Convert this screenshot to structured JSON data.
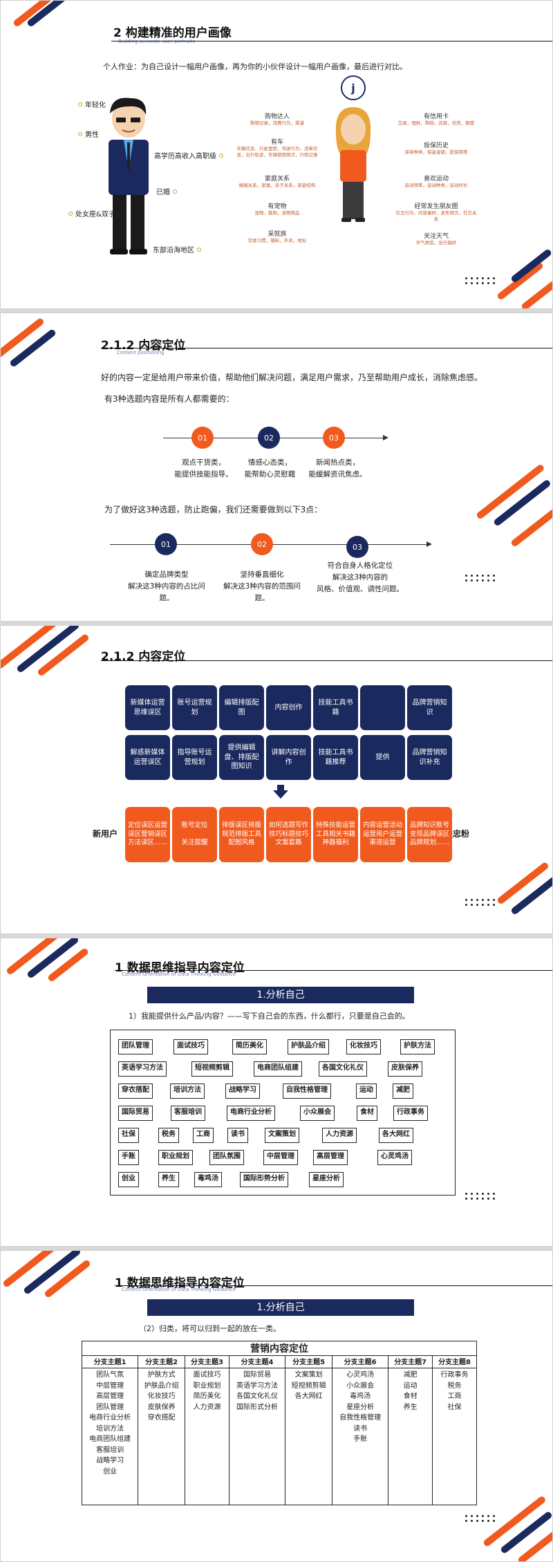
{
  "slide1": {
    "heading": "2 构建精准的用户画像",
    "subhead": "Building accurate user portraits",
    "intro": "个人作业：为自己设计一幅用户画像，再为你的小伙伴设计一幅用户画像，最后进行对比。",
    "left_labels": [
      "年轻化",
      "男性",
      "高学历高收入高职级",
      "已婚",
      "处女座&双子座",
      "东部沿海地区"
    ],
    "left_attrs": [
      {
        "title": "购物达人",
        "desc": "购物记录，消费行为，渠道"
      },
      {
        "title": "有车",
        "desc": "车辆信息，行驶里程，驾驶行为，违章信息，出行轨迹，车辆使用频次，行程记录"
      },
      {
        "title": "家庭关系",
        "desc": "婚姻关系，家属，亲子关系，家庭结构"
      },
      {
        "title": "有宠物",
        "desc": "宠物，猫狗，宠物用品"
      },
      {
        "title": "采就族",
        "desc": "饮食习惯，辅料，外卖，地址"
      }
    ],
    "right_attrs": [
      {
        "title": "有信用卡",
        "desc": "交易，理财，购物，还款，信贷，额度"
      },
      {
        "title": "投保历史",
        "desc": "保单种类，保金金额，投保频率"
      },
      {
        "title": "喜欢运动",
        "desc": "运动频率，运动种类，运动时长"
      },
      {
        "title": "经常发生朋友圈",
        "desc": "社交行为，内容偏好，发布频次，社交关系"
      },
      {
        "title": "关注天气",
        "desc": "天气类型，出行偏好"
      }
    ]
  },
  "slide2": {
    "heading": "2.1.2 内容定位",
    "subhead": "Content positioning",
    "line1": "好的内容一定是给用户带来价值，帮助他们解决问题，满足用户需求，乃至帮助用户成长，消除焦虑感。",
    "line2": "有3种选题内容是所有人都需要的：",
    "row1": [
      {
        "num": "01",
        "caption": "观点干货类，\n能提供技能指导。"
      },
      {
        "num": "02",
        "caption": "情感心态类，\n能帮助心灵慰藉"
      },
      {
        "num": "03",
        "caption": "新闻热点类，\n能缓解资讯焦虑。"
      }
    ],
    "line3": "为了做好这3种选题，防止跑偏，我们还需要做到以下3点：",
    "row2": [
      {
        "num": "01",
        "caption": "确定品牌类型\n解决这3种内容的占比问题。"
      },
      {
        "num": "02",
        "caption": "坚持垂直细化\n解决这3种内容的范围问题。"
      },
      {
        "num": "03",
        "caption": "符合自身人格化定位\n解决这3种内容的\n风格、价值观、调性问题。"
      }
    ]
  },
  "slide3": {
    "heading": "2.1.2 内容定位",
    "row1": [
      "新媒体运营思维误区",
      "账号运营规划",
      "编辑排版配图",
      "内容创作",
      "技能工具书籍",
      "",
      "品牌营销知识"
    ],
    "row2": [
      "解惑新媒体运营误区",
      "指导账号运营规划",
      "提供编辑盘、排版配图知识",
      "讲解内容创作",
      "技能工具书籍推荐",
      "提供",
      "品牌营销知识补充"
    ],
    "row3": [
      "定位误区运营误区营销误区方法误区……",
      "账号定位\n\n关注提醒",
      "排版误区排版规范排版工具配图风格",
      "如何选题写作技巧标题技巧文案套路",
      "特殊技能运营工具相关书籍神器福利",
      "内容运营活动运营用户运营渠道运营",
      "品牌知识账号变现品牌误区品牌规划……"
    ],
    "left_label": "新用户",
    "right_label": "铁忠粉"
  },
  "slide4": {
    "heading": "1 数据思维指导内容定位",
    "subhead": "Content Orientation of Data Thinking Guidance",
    "bar": "1.分析自己",
    "question": "1）我能提供什么产品/内容？——写下自己会的东西，什么都行，只要是自己会的。",
    "rows": [
      [
        "团队管理",
        "面试技巧",
        "简历美化",
        "护肤品介绍",
        "化妆技巧",
        "护肤方法"
      ],
      [
        "英语学习方法",
        "短视频剪辑",
        "电商团队组建",
        "各国文化礼仪",
        "皮肤保养"
      ],
      [
        "穿衣搭配",
        "培训方法",
        "战略学习",
        "自我性格管理",
        "运动",
        "减肥"
      ],
      [
        "国际贸易",
        "客服培训",
        "电商行业分析",
        "小众展会",
        "食材",
        "行政事务"
      ],
      [
        "社保",
        "税务",
        "工商",
        "读书",
        "文案策划",
        "人力资源",
        "各大网红"
      ],
      [
        "手账",
        "职业规划",
        "团队氛围",
        "中层管理",
        "高层管理",
        "心灵鸡汤"
      ],
      [
        "创业",
        "养生",
        "毒鸡汤",
        "国际形势分析",
        "星座分析"
      ]
    ]
  },
  "slide5": {
    "heading": "1 数据思维指导内容定位",
    "subhead": "Content Orientation of Data Thinking Guidance",
    "bar": "1.分析自己",
    "note": "（2）归类，将可以归到一起的放在一类。",
    "table_title": "营销内容定位",
    "headers": [
      "分支主题1",
      "分支主题2",
      "分支主题3",
      "分支主题4",
      "分支主题5",
      "分支主题6",
      "分支主题7",
      "分支主题8"
    ],
    "columns": [
      [
        "团队气氛",
        "中层管理",
        "高层管理",
        "团队管理",
        "电商行业分析",
        "培训方法",
        "电商团队组建",
        "客服培训",
        "战略学习",
        "创业"
      ],
      [
        "护肤方式",
        "护肤品介绍",
        "化妆技巧",
        "皮肤保养",
        "穿衣搭配"
      ],
      [
        "面试技巧",
        "职业规划",
        "简历美化",
        "人力资源"
      ],
      [
        "国际贸易",
        "英语学习方法",
        "各国文化礼仪",
        "国际形式分析"
      ],
      [
        "文案策划",
        "短视频剪辑",
        "各大网红"
      ],
      [
        "心灵鸡汤",
        "小众展会",
        "毒鸡汤",
        "星座分析",
        "自我性格管理",
        "读书",
        "手账"
      ],
      [
        "减肥",
        "运动",
        "食材",
        "养生"
      ],
      [
        "行政事务",
        "税务",
        "工商",
        "社保"
      ]
    ]
  }
}
